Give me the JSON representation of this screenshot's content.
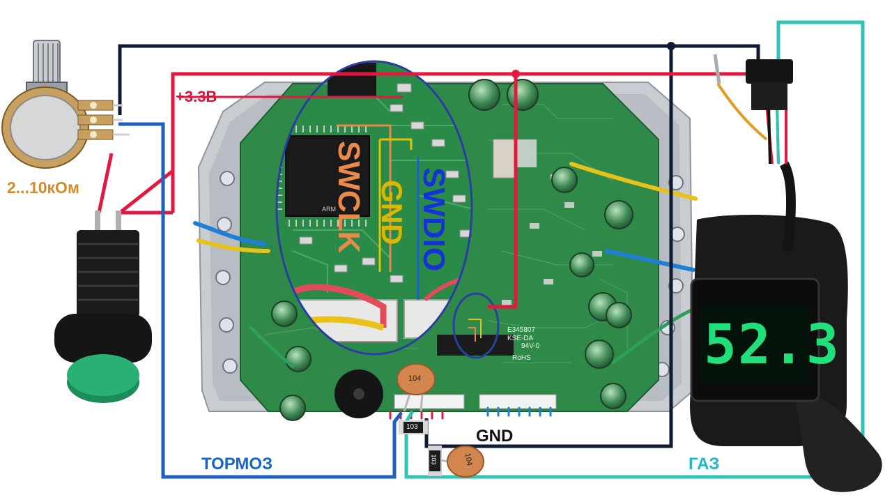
{
  "labels": {
    "pot_value": "2...10кОм",
    "supply_3v3": "+3.3В",
    "swclk": "SWCLK",
    "gnd_vertical": "GND",
    "swdio": "SWDIO",
    "gnd_bottom": "GND",
    "brake": "ТОРМОЗ",
    "throttle": "ГАЗ"
  },
  "components": {
    "cap_top": "104",
    "cap_bottom": "104",
    "resistor_top": "103",
    "resistor_bottom": "103",
    "display_value": "52.3",
    "pcb_marking_1": "E345807",
    "pcb_marking_2": "KSE-DA",
    "pcb_marking_3": "94V-0",
    "pcb_marking_4": "RoHS",
    "chip_marking": "ARM"
  },
  "colors": {
    "wire_black": "#111a33",
    "wire_red": "#e3173f",
    "wire_blue": "#1f5fbf",
    "wire_teal": "#2ec4b6",
    "label_blue": "#1666c8",
    "label_teal": "#1fb8c3",
    "label_red": "#d9143a",
    "label_orange": "#e98a4a",
    "label_yellow": "#d8b800",
    "pcb_green": "#2f8a4a",
    "display_green": "#1fe07a"
  }
}
